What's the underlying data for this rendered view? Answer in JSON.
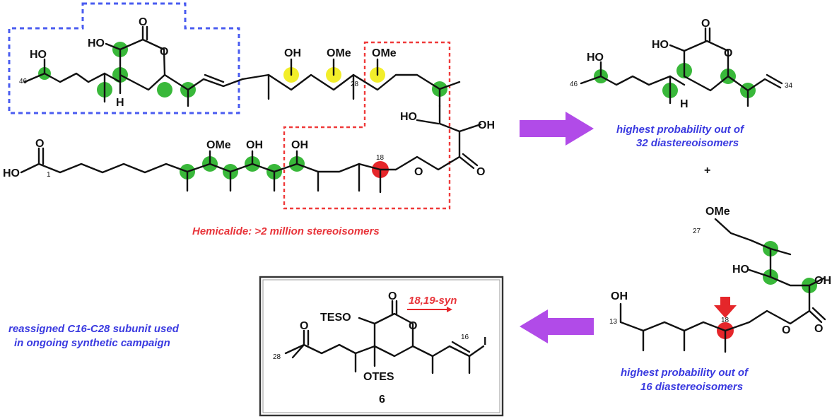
{
  "captions": {
    "hemicalide": "Hemicalide: >2 million stereoisomers",
    "frag_a_line1": "highest probability out of",
    "frag_a_line2": "32 diastereoisomers",
    "plus": "+",
    "frag_b_line1": "highest probability out of",
    "frag_b_line2": "16 diastereoisomers",
    "reassigned_line1": "reassigned C16-C28 subunit used",
    "reassigned_line2": "in ongoing synthetic campaign",
    "syn_label": "18,19-syn",
    "compound_number": "6"
  },
  "atom_labels": {
    "ho": "HO",
    "oh": "OH",
    "ome": "OMe",
    "o": "O",
    "h": "H",
    "teso": "TESO",
    "otes": "OTES",
    "i": "I"
  },
  "numbers": {
    "n46": "46",
    "n28": "28",
    "n18": "18",
    "n1": "1",
    "n34": "34",
    "n27": "27",
    "n13": "13",
    "n16": "16"
  },
  "colors": {
    "stereocenter_green": "#39b83a",
    "stereocenter_yellow": "#f2ee2a",
    "stereocenter_red": "#e5262a",
    "arrow_purple": "#b14be8",
    "caption_blue": "#3a3ae0",
    "caption_red": "#e8343a",
    "box_blue": "#4a5cf0",
    "box_red": "#ef3a3a"
  }
}
